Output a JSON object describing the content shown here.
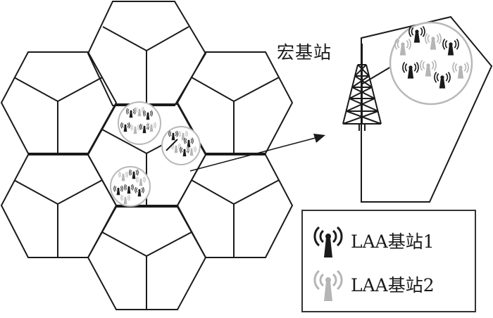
{
  "macro_station": {
    "label": "宏基站"
  },
  "legend": {
    "items": [
      {
        "label": "LAA基站1",
        "color": "#1a1a1a",
        "icon": "antenna-icon"
      },
      {
        "label": "LAA基站2",
        "color": "#b5b5b5",
        "icon": "antenna-icon"
      }
    ]
  },
  "colors": {
    "line": "#1a1a1a",
    "cluster_outline": "#b8b8b8"
  }
}
